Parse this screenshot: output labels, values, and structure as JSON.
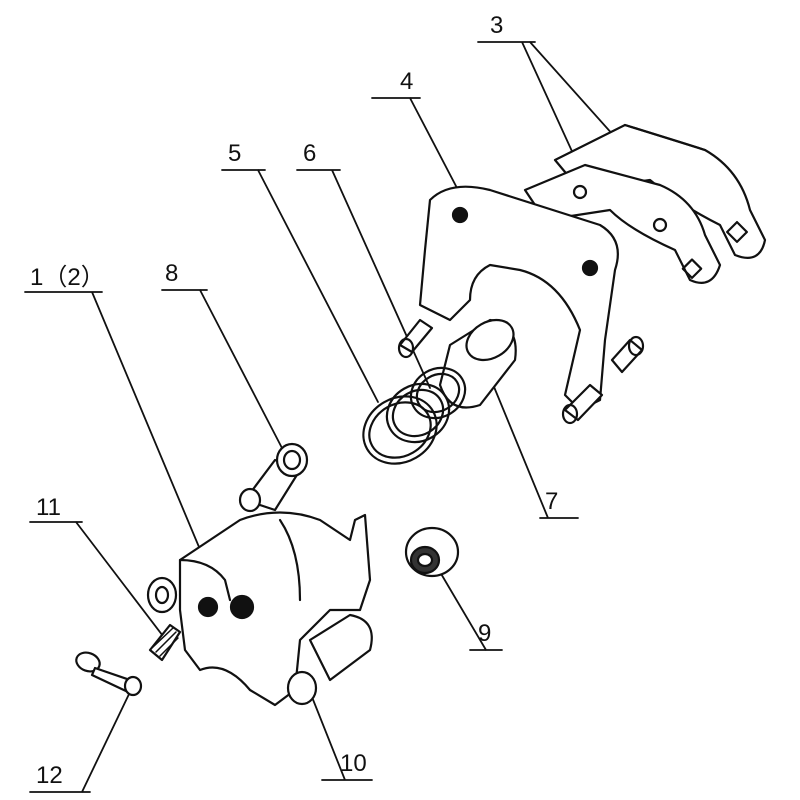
{
  "diagram": {
    "labels": {
      "p1": "1（2）",
      "p3": "3",
      "p4": "4",
      "p5": "5",
      "p6": "6",
      "p7": "7",
      "p8": "8",
      "p9": "9",
      "p10": "10",
      "p11": "11",
      "p12": "12"
    },
    "colors": {
      "ink": "#111111",
      "paper": "#ffffff"
    }
  }
}
